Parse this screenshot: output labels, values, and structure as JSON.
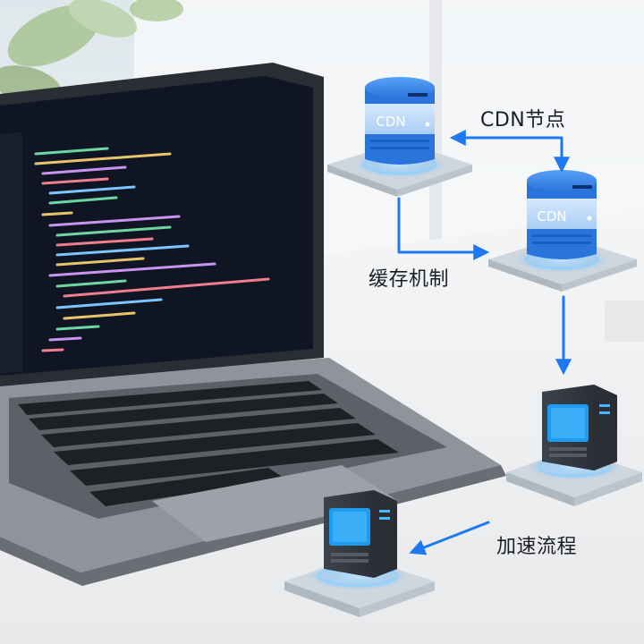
{
  "labels": {
    "cdn_node": "CDN节点",
    "cache_mechanism": "缓存机制",
    "acceleration_flow": "加速流程"
  },
  "servers": {
    "cdn_text": "CDN"
  },
  "colors": {
    "arrow": "#1e78f0",
    "cdn_blue": "#2f7fe6",
    "cdn_top": "#3d8cf0",
    "cdn_band": "#b8d6f8",
    "glow": "#7fc4ff",
    "code_bg": "#0f1522",
    "laptop_body": "#8a8f96",
    "table": "#f5f6f7"
  },
  "icons": [
    "cdn-server-icon",
    "edge-server-icon",
    "laptop-icon",
    "arrow-icon"
  ]
}
